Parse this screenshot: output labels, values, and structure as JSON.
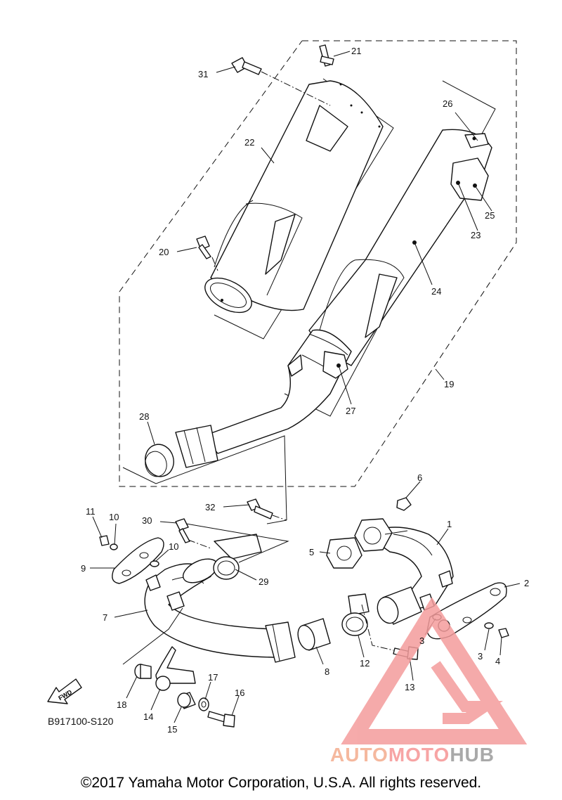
{
  "diagram_code": "B917100-S120",
  "fwd_label": "FWD",
  "copyright": "©2017 Yamaha Motor Corporation, U.S.A. All rights reserved.",
  "watermark": {
    "part1": "AUTO",
    "part2": "MOTO",
    "part3": "HUB"
  },
  "callouts": [
    {
      "id": "c1",
      "label": "1"
    },
    {
      "id": "c2",
      "label": "2"
    },
    {
      "id": "c3a",
      "label": "3"
    },
    {
      "id": "c3b",
      "label": "3"
    },
    {
      "id": "c4",
      "label": "4"
    },
    {
      "id": "c5",
      "label": "5"
    },
    {
      "id": "c6",
      "label": "6"
    },
    {
      "id": "c7",
      "label": "7"
    },
    {
      "id": "c8",
      "label": "8"
    },
    {
      "id": "c9",
      "label": "9"
    },
    {
      "id": "c10a",
      "label": "10"
    },
    {
      "id": "c10b",
      "label": "10"
    },
    {
      "id": "c11",
      "label": "11"
    },
    {
      "id": "c12",
      "label": "12"
    },
    {
      "id": "c13",
      "label": "13"
    },
    {
      "id": "c14",
      "label": "14"
    },
    {
      "id": "c15",
      "label": "15"
    },
    {
      "id": "c16",
      "label": "16"
    },
    {
      "id": "c17",
      "label": "17"
    },
    {
      "id": "c18",
      "label": "18"
    },
    {
      "id": "c19",
      "label": "19"
    },
    {
      "id": "c20",
      "label": "20"
    },
    {
      "id": "c21",
      "label": "21"
    },
    {
      "id": "c22",
      "label": "22"
    },
    {
      "id": "c23",
      "label": "23"
    },
    {
      "id": "c24",
      "label": "24"
    },
    {
      "id": "c25",
      "label": "25"
    },
    {
      "id": "c26",
      "label": "26"
    },
    {
      "id": "c27",
      "label": "27"
    },
    {
      "id": "c28",
      "label": "28"
    },
    {
      "id": "c29",
      "label": "29"
    },
    {
      "id": "c30",
      "label": "30"
    },
    {
      "id": "c31",
      "label": "31"
    },
    {
      "id": "c32",
      "label": "32"
    }
  ]
}
